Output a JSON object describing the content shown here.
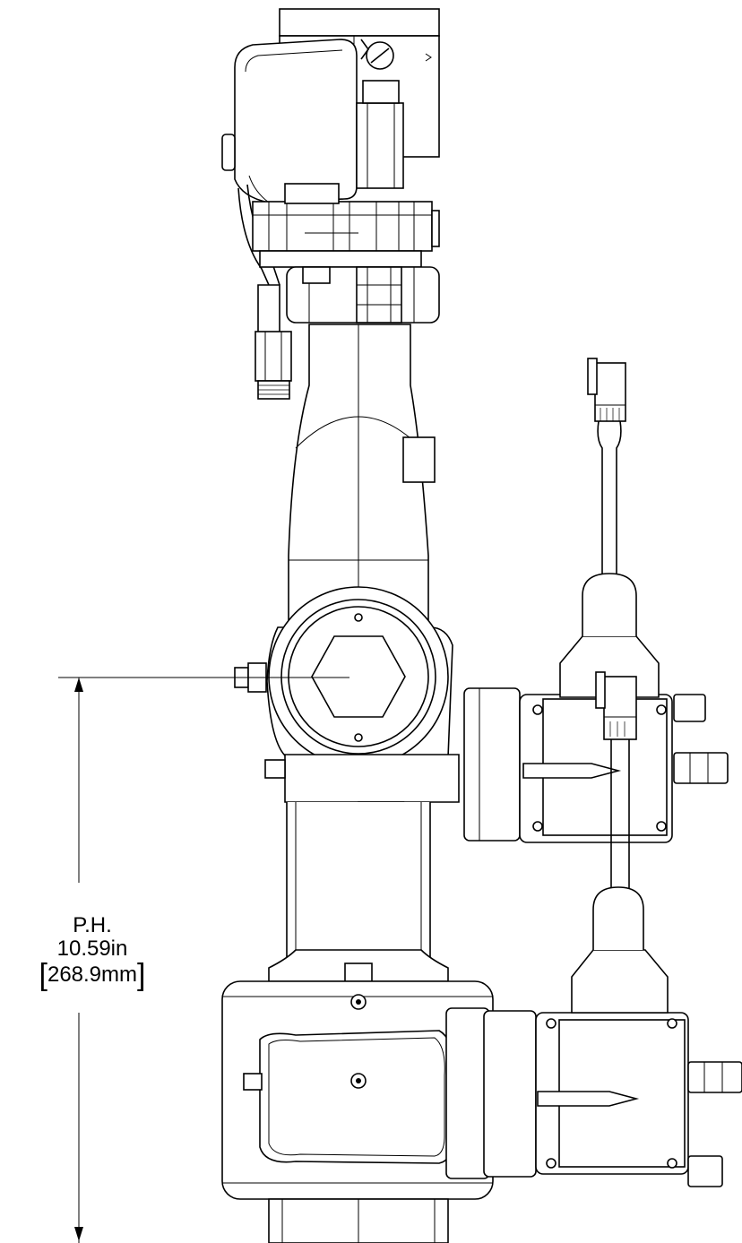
{
  "dimension": {
    "name": "P.H.",
    "imperial": "10.59in",
    "metric": "268.9mm",
    "metric_open_bracket": "[",
    "metric_close_bracket": "]"
  },
  "colors": {
    "line": "#000000",
    "background": "#ffffff"
  }
}
